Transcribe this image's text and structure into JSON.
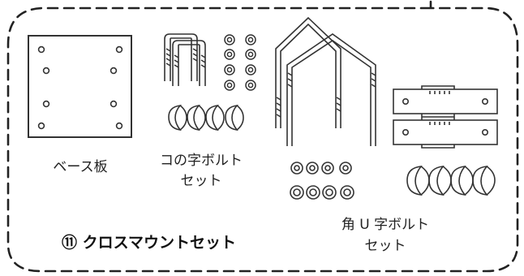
{
  "parts": {
    "base_plate": "ベース板",
    "u_bolt_line1": "コの字ボルト",
    "u_bolt_line2": "セット",
    "square_u_bolt_line1": "角 U 字ボルト",
    "square_u_bolt_line2": "セット"
  },
  "set_title": "⑪ クロスマウントセット"
}
